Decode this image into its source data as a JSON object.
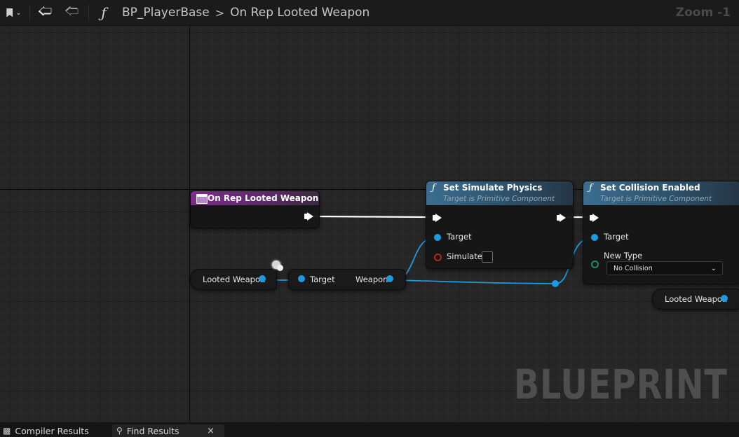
{
  "toolbar": {
    "breadcrumb_root": "BP_PlayerBase",
    "breadcrumb_sep": ">",
    "breadcrumb_current": "On Rep Looted Weapon",
    "zoom": "Zoom -1"
  },
  "graph": {
    "watermark": "BLUEPRINT",
    "event_node": {
      "title": "On Rep Looted Weapon"
    },
    "var_node_1": {
      "label": "Looted Weapon"
    },
    "cast_node": {
      "input_label": "Target",
      "output_label": "Weapon"
    },
    "set_simulate_physics": {
      "title": "Set Simulate Physics",
      "subtitle": "Target is Primitive Component",
      "target_label": "Target",
      "simulate_label": "Simulate",
      "simulate_checked": false
    },
    "set_collision_enabled": {
      "title": "Set Collision Enabled",
      "subtitle": "Target is Primitive Component",
      "target_label": "Target",
      "new_type_label": "New Type",
      "new_type_value": "No Collision"
    },
    "var_node_2": {
      "label": "Looted Weapon"
    }
  },
  "bottom_tabs": [
    {
      "label": "Compiler Results",
      "icon": "compiler-icon"
    },
    {
      "label": "Find Results",
      "icon": "search-icon",
      "close": "×"
    }
  ],
  "colors": {
    "object_pin": "#1e9be0",
    "event_header": "#7a2e8a",
    "function_header": "#3c6d8e",
    "exec_wire": "#ffffff"
  }
}
